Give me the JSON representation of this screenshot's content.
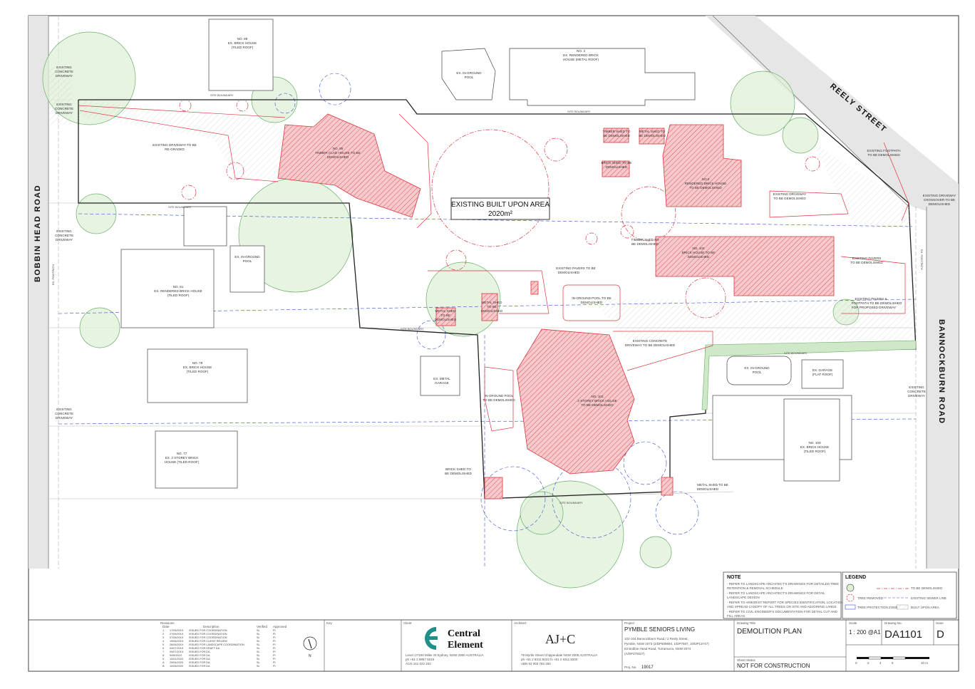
{
  "roads": {
    "bobbin": "BOBBIN HEAD ROAD",
    "reely": "REELY STREET",
    "bannockburn": "BANNOCKBURN ROAD"
  },
  "main_label": {
    "line1": "EXISTING BUILT UPON AREA",
    "line2": "2020m²"
  },
  "plan_labels": {
    "no89": "NO. 89",
    "no89_desc": "EX. BRICK HOUSE",
    "no89_roof": "(TILED ROOF)",
    "no4": "NO. 4",
    "no4_desc": "EX. RENDERED BRICK",
    "no4_roof": "HOUSE (METAL ROOF)",
    "ex_pool_a": "EX. IN-GROUND",
    "ex_pool_b": "POOL",
    "no85": "NO. 85",
    "no85_desc": "TIMBER CLAD HOUSE TO BE",
    "no85_demo": "DEMOLISHED",
    "no2": "NO.2",
    "no2_desc": "RENDERED BRICK HOUSE",
    "no2_demo": "TO BE DEMOLISHED",
    "no81": "NO. 81",
    "no81_desc": "EX. RENDERED BRICK HOUSE",
    "no81_roof": "(TILED ROOF)",
    "pool81_a": "EX. IN-GROUND",
    "pool81_b": "POOL",
    "no104": "NO. 104",
    "no104_desc": "BRICK HOUSE TO BE",
    "no104_demo": "DEMOLISHED",
    "no79": "NO. 79",
    "no79_desc": "EX. BRICK HOUSE",
    "no79_roof": "(TILED ROOF)",
    "no102": "NO. 102",
    "no102_desc": "2 STOREY BRICK HOUSE",
    "no102_demo": "TO BE DEMOLISHED",
    "no77": "NO. 77",
    "no77_desc": "EX. 2 STOREY BRICK",
    "no77_roof": "HOUSE (TILED ROOF)",
    "no100": "NO. 100",
    "no100_desc": "EX. BRICK HOUSE",
    "no100_roof": "(TILED ROOF)",
    "ex_garage_flat": "EX. GARAGE",
    "ex_garage_flat2": "(FLAT ROOF)",
    "ex_metal_garage": "EX. METAL",
    "ex_metal_garage2": "GARAGE",
    "ex_pool_right": "EX. IN-GROUND",
    "ex_pool_right2": "POOL",
    "inground_pool_demo": "IN-GROUND POOL TO BE",
    "inground_pool_demo2": "DEMOLISHED",
    "inground_pool_demo_b": "IN-GROUND POOL",
    "inground_pool_demo_b2": "TO BE DEMOLISHED",
    "metal_shed": "METAL SHED",
    "metal_shed2": "TO BE",
    "metal_shed3": "DEMOLISHED",
    "metal_shed_right": "METAL SHED TO BE",
    "metal_shed_right2": "DEMOLISHED",
    "brick_shed": "BRICK SHED TO",
    "brick_shed2": "BE DEMOLISHED",
    "timber_shed": "TIMBER SHED TO",
    "timber_shed2": "BE DEMOLISHED",
    "metal_shed_top": "METAL SHED TO",
    "metal_shed_top2": "BE DEMOLISHED",
    "brick_shed_top": "BRICK SHED TO BE",
    "brick_shed_top2": "DEMOLISHED",
    "site_boundary": "SITE BOUNDARY",
    "ex_driveway_regraded": "EXISTING DRIVEWAY TO BE",
    "ex_driveway_regraded2": "RE-GRADED",
    "ex_driveway_demo": "EXISTING DRIVEWAY",
    "ex_driveway_demo2": "TO BE DEMOLISHED",
    "ex_footpath_demo": "EXISTING FOOTPATH",
    "ex_footpath_demo2": "TO BE DEMOLISHED",
    "crossover_demo": "EXISTING DRIVEWAY",
    "crossover_demo2": "CROSSOVER TO BE",
    "crossover_demo3": "DEMOLISHED",
    "pavers_demo": "EXISTING PAVERS",
    "pavers_demo2": "TO BE DEMOLISHED",
    "pavers_footpath": "EXISTING PAVERS &",
    "pavers_footpath2": "FOOTPATH TO BE DEMOLISHED",
    "pavers_footpath3": "FOR PROPOSED DRIVEWAY",
    "pavers_mid": "EXISTING PAVERS TO BE",
    "pavers_mid2": "DEMOLISHED",
    "concrete_driveway_demo": "EXISTING CONCRETE",
    "concrete_driveway_demo2": "DRIVEWAY TO BE DEMOLISHED",
    "ex_concrete_driveway": "EXISTING",
    "ex_concrete_driveway2": "CONCRETE",
    "ex_concrete_driveway3": "DRIVEWAY",
    "ex_footpath": "EX. FOOTPATH"
  },
  "notes": {
    "title": "NOTE",
    "lines": [
      "- REFER TO LANDSCAPE ARCHITECT'S DRAWINGS FOR DETAILED TREE",
      "RETENTION & REMOVAL SCHEDULE",
      "- REFER TO LANDSCAPE ARCHITECT'S DRAWINGS FOR DETAIL",
      "LANDSCAPE DESIGN",
      "- REFER TO ARBORIST REPORT FOR SPECIES IDENTIFICATION, LOCATION",
      "AND SPREAD CANOPY OF ALL TREES ON SITE AND ADJOINING LANDS",
      "- REFER TO CIVIL ENGINEER'S DOCUMENTATION FOR DETAIL CUT AND",
      "FILL AREAS"
    ]
  },
  "legend": {
    "title": "LEGEND",
    "items": [
      "TO BE DEMOLISHED",
      "TREE REMOVED",
      "EXISTING SEWER LINE",
      "TREE PROTECTION ZONE",
      "BUILT UPON AREA"
    ]
  },
  "revisions": {
    "headers": [
      "Revisions",
      "Date",
      "Description",
      "Verified",
      "Approved"
    ],
    "rows": [
      [
        "1",
        "17/05/2019",
        "ISSUED FOR COORDINATION",
        "SL",
        "PI"
      ],
      [
        "2",
        "27/05/2019",
        "ISSUED FOR COORDINATION",
        "SL",
        "PI"
      ],
      [
        "3",
        "07/06/2019",
        "ISSUED FOR COORDINATION",
        "SL",
        "PI"
      ],
      [
        "4",
        "19/06/2019",
        "ISSUED FOR CLIENT REVIEW",
        "SL",
        "PI"
      ],
      [
        "5",
        "28/06/2019",
        "ISSUED FOR LANDSCAPE COORDINATION",
        "SL",
        "PI"
      ],
      [
        "6",
        "03/07/2019",
        "ISSUED FOR DRAFT DA",
        "SL",
        "PI"
      ],
      [
        "7",
        "09/07/2019",
        "ISSUED FOR DA",
        "SL",
        "PI"
      ],
      [
        "8",
        "9/08/2019",
        "ISSUED FOR DA",
        "SL",
        "PI"
      ],
      [
        "9",
        "10/01/2020",
        "ISSUED FOR DA",
        "SL",
        "PI"
      ],
      [
        "A",
        "29/04/2020",
        "ISSUED FOR DA",
        "SL",
        "PI"
      ],
      [
        "B",
        "10/05/2020",
        "ISSUED FOR DA",
        "SL",
        "PI"
      ]
    ]
  },
  "title_block": {
    "key_label": "Key",
    "north": "N",
    "client_label": "Client",
    "client_name1": "Central",
    "client_name2": "Element",
    "client_addr1": "Level 17/100 Miller St Sydney, NSW 2060 AUSTRALIA",
    "client_addr2": "ph +61 2 9957 5019",
    "client_addr3": "ACN 151 022 202",
    "architect_label": "Architect",
    "architect_logo": "AJ+C",
    "architect_addr1": "79 Myrtle Street Chippendale NSW 2008 AUSTRALIA",
    "architect_addr2": "ph +61 2 9311 8222  fx +61 2 9311 8200",
    "architect_addr3": "ABN 52 003 782 250",
    "project_label": "Project",
    "project_name": "PYMBLE SENIORS LIVING",
    "project_addr1": "102-104 Bannockburn Road / 2 Reely Street,",
    "project_addr2": "Pymble, NSW 2073 (2/DP509694, 1/DP7587, 10/DP13747)",
    "project_addr3": "83 Bobbin Head Road, Turramurra, NSW 2074",
    "project_addr4": "(A/DP370027)",
    "proj_no_label": "Proj. No.",
    "proj_no": "19017",
    "drawing_title_label": "Drawing Title",
    "drawing_title": "DEMOLITION PLAN",
    "sheet_status_label": "Sheet Status",
    "sheet_status": "NOT FOR CONSTRUCTION",
    "scale_label": "Scale",
    "scale": "1 : 200 @A1",
    "drawing_no_label": "Drawing No.",
    "drawing_no": "DA1101",
    "issue_label": "Issue",
    "issue": "D",
    "scalebar": [
      "0",
      "2",
      "4",
      "6",
      "10 m"
    ]
  },
  "colors": {
    "demolish": "#d9363e",
    "demolish_fill": "#f6c9cc",
    "tree_fill": "#dff0d8",
    "tree_stroke": "#5fa85f",
    "sewer": "#3b4fd0",
    "boundary": "#222222",
    "built_upon": "#cfe8c7"
  }
}
